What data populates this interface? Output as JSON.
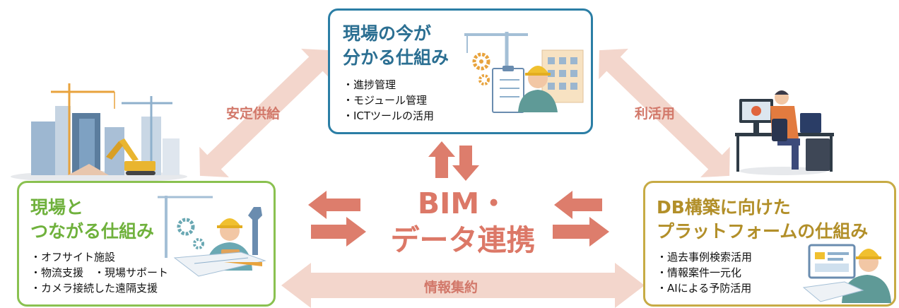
{
  "center_label": "BIM・\nデータ連携",
  "flows": {
    "supply": "安定供給",
    "usage": "利活用",
    "aggregation": "情報集約"
  },
  "cards": {
    "top": {
      "title": "現場の今が\n分かる仕組み",
      "items": [
        "・進捗管理",
        "・モジュール管理",
        "・ICTツールの活用"
      ],
      "border_color": "#2b7ea5"
    },
    "left": {
      "title": "現場と\nつながる仕組み",
      "items": [
        "・オフサイト施設",
        "・物流支援　・現場サポート",
        "・カメラ接続した遠隔支援"
      ],
      "border_color": "#8ac150"
    },
    "right": {
      "title": "DB構築に向けた\nプラットフォームの仕組み",
      "items": [
        "・過去事例検索活用",
        "・情報案件一元化",
        "・AIによる予防活用"
      ],
      "border_color": "#c7ab45"
    }
  },
  "colors": {
    "arrow_light": "#f3d6cc",
    "arrow_dark": "#dd7d6c",
    "label_text": "#d2786a"
  }
}
